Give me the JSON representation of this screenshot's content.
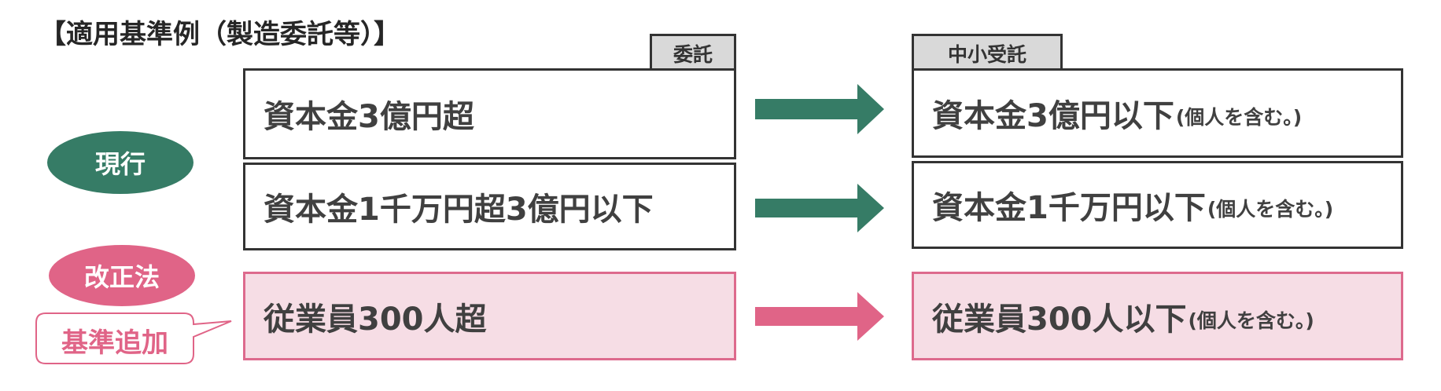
{
  "title": "【適用基準例（製造委託等）】",
  "left_header": "委託",
  "right_header": "中小受託",
  "labels": {
    "current": "現行",
    "revised": "改正法",
    "added": "基準追加"
  },
  "rows": [
    {
      "left": "資本金3億円超",
      "right": "資本金3億円以下",
      "right_note": "(個人を含む。)",
      "highlight": false
    },
    {
      "left": "資本金1千万円超3億円以下",
      "right": "資本金1千万円以下",
      "right_note": "(個人を含む。)",
      "highlight": false
    },
    {
      "left": "従業員300人超",
      "right": "従業員300人以下",
      "right_note": "(個人を含む。)",
      "highlight": true
    }
  ],
  "colors": {
    "green": "#367c66",
    "pink": "#e06487",
    "pink_fill": "#f6dde5",
    "pink_border": "#dd6a8d",
    "tab_gray": "#d9d9d9"
  }
}
